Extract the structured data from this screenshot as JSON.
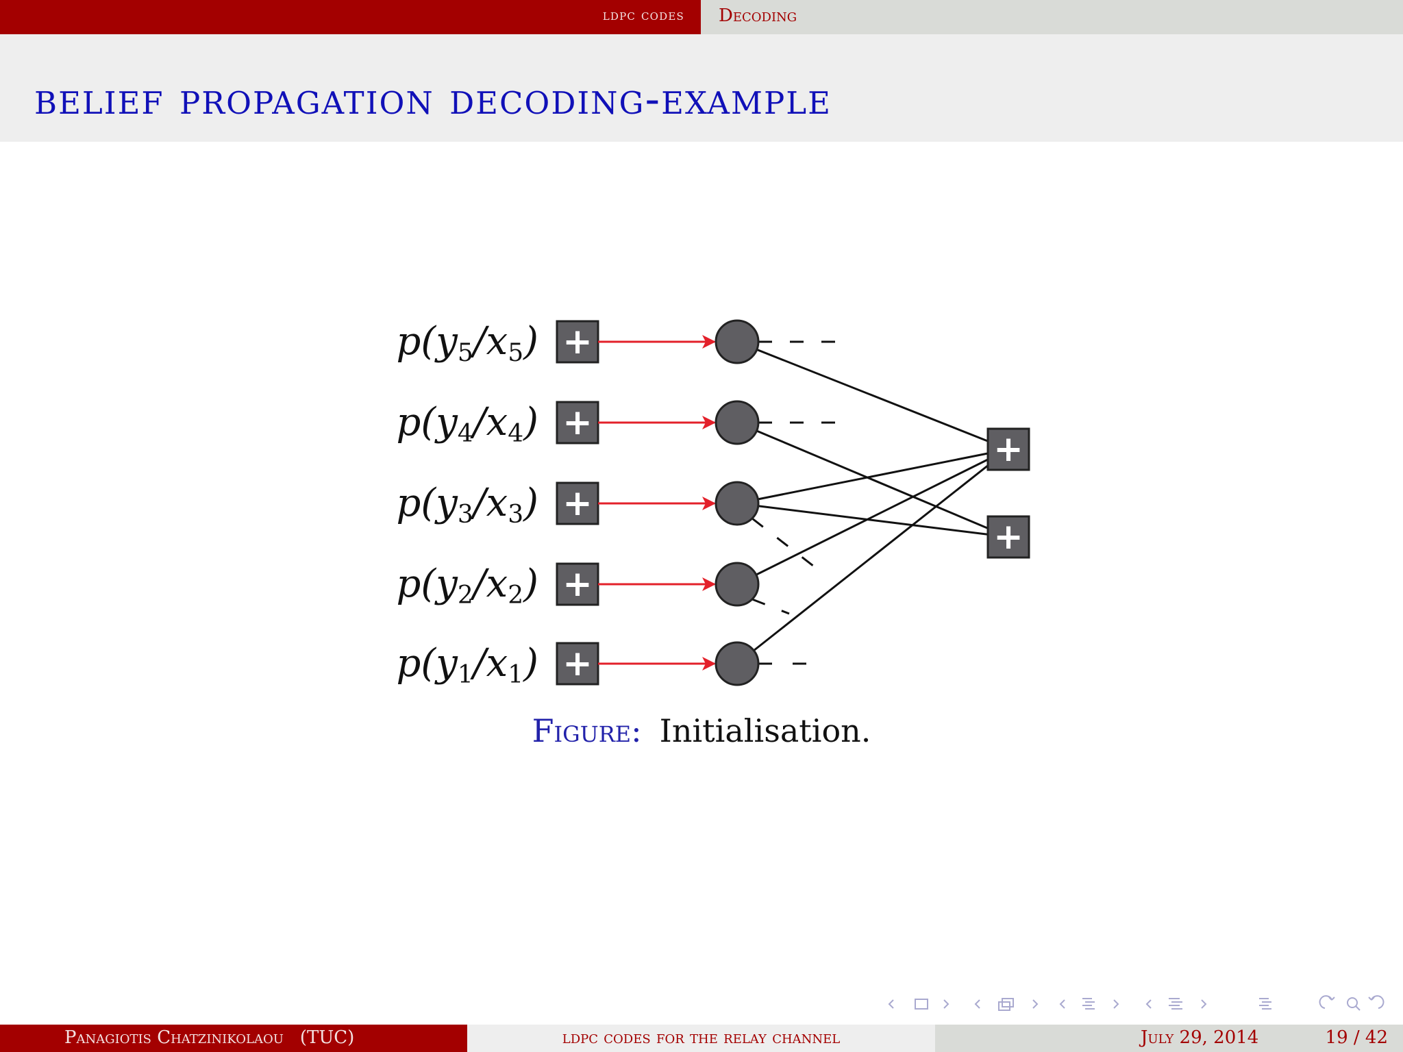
{
  "header": {
    "section_left": "ldpc codes",
    "section_right": "Decoding"
  },
  "frame": {
    "title": "belief propagation decoding-example"
  },
  "diagram": {
    "variable_nodes": [
      {
        "label_var": "p",
        "y_sub": "5",
        "x_sub": "5"
      },
      {
        "label_var": "p",
        "y_sub": "4",
        "x_sub": "4"
      },
      {
        "label_var": "p",
        "y_sub": "3",
        "x_sub": "3"
      },
      {
        "label_var": "p",
        "y_sub": "2",
        "x_sub": "2"
      },
      {
        "label_var": "p",
        "y_sub": "1",
        "x_sub": "1"
      }
    ],
    "check_nodes": 2,
    "edges_to_check_1": [
      5,
      3,
      2,
      1
    ],
    "edges_to_check_2": [
      4,
      3
    ],
    "plus_symbol": "+",
    "colors": {
      "node_fill": "#5f5e62",
      "arrow": "#e3202a",
      "edge": "#111111"
    }
  },
  "caption": {
    "figure_word": "Figure:",
    "text": "Initialisation."
  },
  "footer": {
    "author": "Panagiotis Chatzinikolaou",
    "institute": "(TUC)",
    "short_title": "ldpc codes for the relay channel",
    "date": "July 29, 2014",
    "pages": "19 / 42"
  }
}
